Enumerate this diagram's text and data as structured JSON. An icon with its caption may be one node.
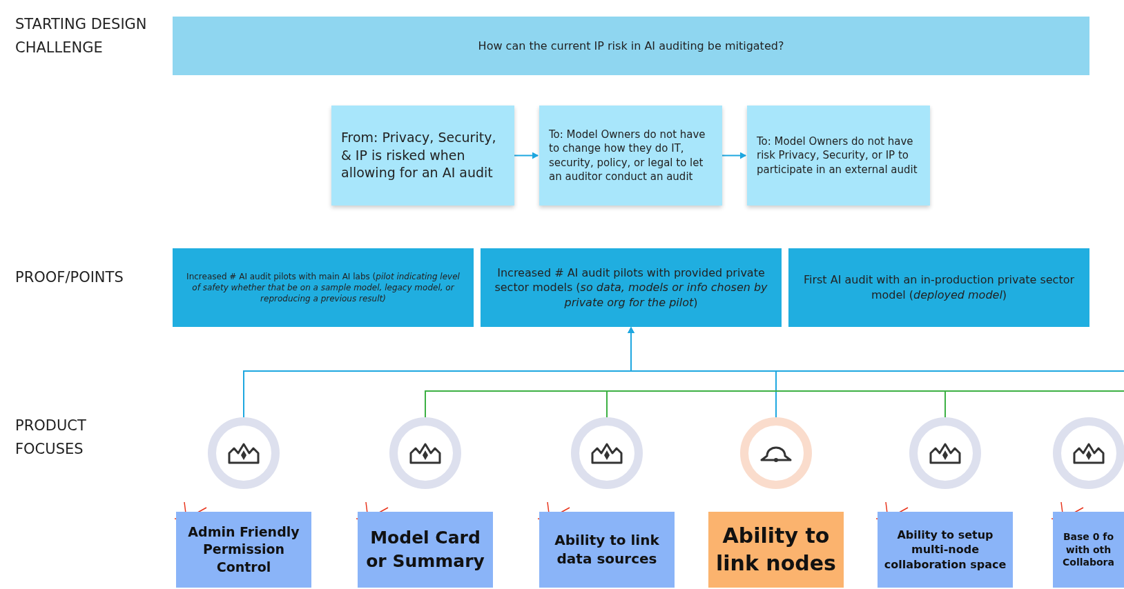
{
  "diagram": {
    "nodes": [
      {
        "text": [
          "How can the current IP risk in AI auditing be mitigated?"
        ]
      },
      {
        "text": [
          "From: Privacy, Security, & IP is risked when allowing for an AI audit"
        ]
      },
      {
        "text": [
          "To: Model Owners do not have to change how they do IT, security, policy, or legal to let an auditor conduct an audit"
        ]
      },
      {
        "text": [
          "To: Model Owners do not have risk Privacy, Security, or IP to participate in an external audit"
        ]
      },
      {
        "text": [
          "Increased # AI audit pilots with main AI labs (*pilot indicating level of safety whether that be on a sample model, legacy model, or reproducing a previous result)*"
        ]
      },
      {
        "text": [
          "Increased # AI audit pilots with provided private sector models (*so data, models or info chosen by private org for the pilot*)"
        ]
      },
      {
        "text": [
          "First AI audit with an in-production private sector model (*deployed model*)"
        ]
      },
      {
        "text": [],
        "shape": "circle"
      },
      {
        "text": [],
        "shape": "circle"
      },
      {
        "text": [],
        "shape": "circle"
      },
      {
        "text": [],
        "shape": "circle"
      },
      {
        "text": [],
        "shape": "circle"
      },
      {
        "text": [],
        "shape": "circle"
      },
      {
        "text": [
          "Admin Friendly Permission Control"
        ]
      },
      {
        "text": [
          "Model Card or Summary"
        ]
      },
      {
        "text": [
          "Ability to link data sources"
        ]
      },
      {
        "text": [
          "Ability to link nodes"
        ]
      },
      {
        "text": [
          "Ability to setup multi-node collaboration space"
        ]
      },
      {
        "text": [
          "Base 0 fo with oth Collabora"
        ]
      }
    ],
    "edges": [
      {
        "from": 1,
        "to": 2,
        "arrow": "to"
      },
      {
        "from": 2,
        "to": 3,
        "arrow": "to"
      },
      {
        "from": 7,
        "to": 5,
        "arrow": "to"
      },
      {
        "from": 10,
        "to": 5,
        "arrow": "to"
      },
      {
        "from": null,
        "to": 5,
        "arrow": "to"
      },
      {
        "from": 8,
        "to": null,
        "arrow": "none",
        "color": "#3cb043"
      },
      {
        "from": 9,
        "to": null,
        "arrow": "none",
        "color": "#3cb043"
      },
      {
        "from": 11,
        "to": null,
        "arrow": "none",
        "color": "#3cb043"
      }
    ],
    "labels": [
      "STARTING DESIGN CHALLENGE",
      "PROOF/POINTS",
      "PRODUCT FOCUSES"
    ]
  }
}
